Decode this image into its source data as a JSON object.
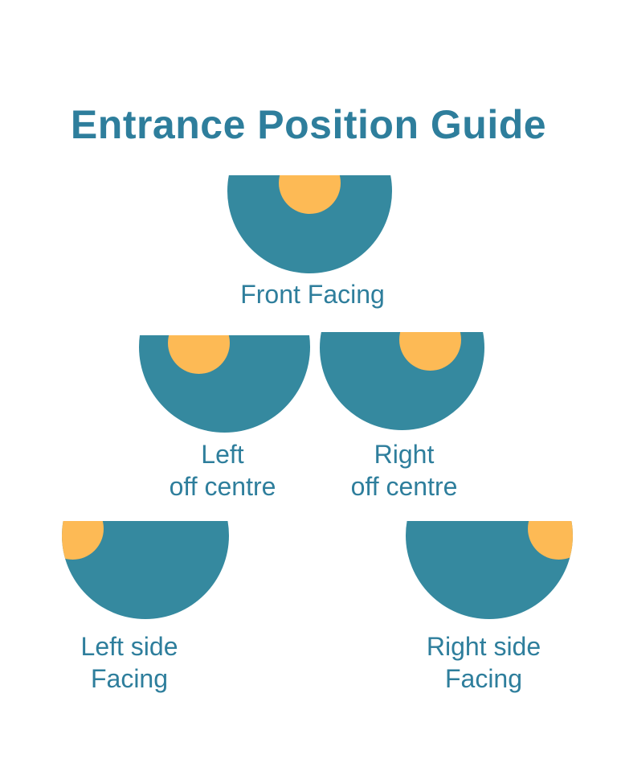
{
  "title": "Entrance Position Guide",
  "colors": {
    "dome": "#35899F",
    "entrance": "#FDBA55",
    "text": "#2E7E9C",
    "background": "#FFFFFF"
  },
  "figures": [
    {
      "name": "front-facing",
      "entrance_position": "front-centre",
      "label_lines": [
        "Front Facing"
      ]
    },
    {
      "name": "left-off-centre",
      "entrance_position": "left-of-centre",
      "label_lines": [
        "Left",
        "off centre"
      ]
    },
    {
      "name": "right-off-centre",
      "entrance_position": "right-of-centre",
      "label_lines": [
        "Right",
        "off centre"
      ]
    },
    {
      "name": "left-side-facing",
      "entrance_position": "left-side",
      "label_lines": [
        "Left side",
        "Facing"
      ]
    },
    {
      "name": "right-side-facing",
      "entrance_position": "right-side",
      "label_lines": [
        "Right side",
        "Facing"
      ]
    }
  ]
}
